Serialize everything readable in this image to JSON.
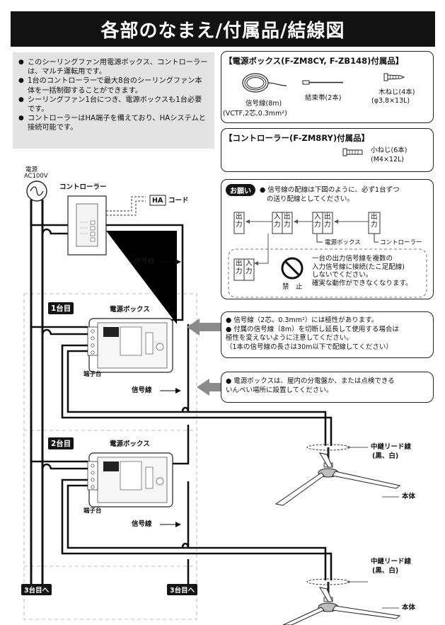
{
  "title": "各部のなまえ/付属品/結線図",
  "notes": [
    "このシーリングファン用電源ボックス、コントローラーは、マルチ運転用です。",
    "1台のコントローラーで最大8台のシーリングファン本体を一括制御することができます。",
    "シーリングファン1台につき、電源ボックスも1台必要です。",
    "コントローラーはHA端子を備えており、HAシステムと接続可能です。"
  ],
  "power_box_accessories": {
    "header": "【電源ボックス(F-ZM8CY, F-ZB148)付属品】",
    "signal_wire": "信号線(8m)",
    "signal_wire_spec": "(VCTF,2芯,0.3mm²)",
    "cable_tie": "結束帯(2本)",
    "wood_screw": "木ねじ(4本)",
    "wood_screw_spec": "(φ3.8×13L)"
  },
  "controller_accessories": {
    "header": "【コントローラー(F-ZM8RY)付属品】",
    "small_screw": "小ねじ(6本)",
    "small_screw_spec": "(M4×12L)"
  },
  "request": {
    "tag": "お願い",
    "lines": [
      "● 信号線の配線は下図のように、必ず1台ずつ",
      "の送り配線としてください。"
    ],
    "out": "出",
    "out2": "力",
    "in": "入",
    "in2": "力",
    "power_box_label": "電源ボックス",
    "controller_label": "コントローラー",
    "prohibit_label": "禁　止",
    "prohibit_lines": [
      "一台の出力信号線を複数の",
      "入力信号線に接続(たこ足配線)",
      "しないでください。",
      "確実な動作ができなくなります。"
    ]
  },
  "diagram": {
    "power_label": "電源",
    "power_voltage": "AC100V",
    "controller_label": "コントローラー",
    "ha_label": "HA",
    "ha_cord": "コード",
    "signal_wire": "信号線",
    "unit1": "1台目",
    "unit2": "2台目",
    "power_box": "電源ボックス",
    "terminal_block": "端子台",
    "relay_lead": "中継リード線",
    "relay_lead_colors": "(黒、白)",
    "body": "本体",
    "to_third": "3台目へ"
  },
  "callout1": [
    "● 信号線（2芯、0.3mm²）には極性があります。",
    "● 付属の信号線（8m）を切断し延長して使用する場合は",
    "   極性を変えないように注意してください。",
    "（1本の信号線の長さは30m以下で配線してください）"
  ],
  "callout2": [
    "● 電源ボックスは、屋内の分電盤か、または点検できる",
    "   いんぺい場所に設置してください。"
  ]
}
